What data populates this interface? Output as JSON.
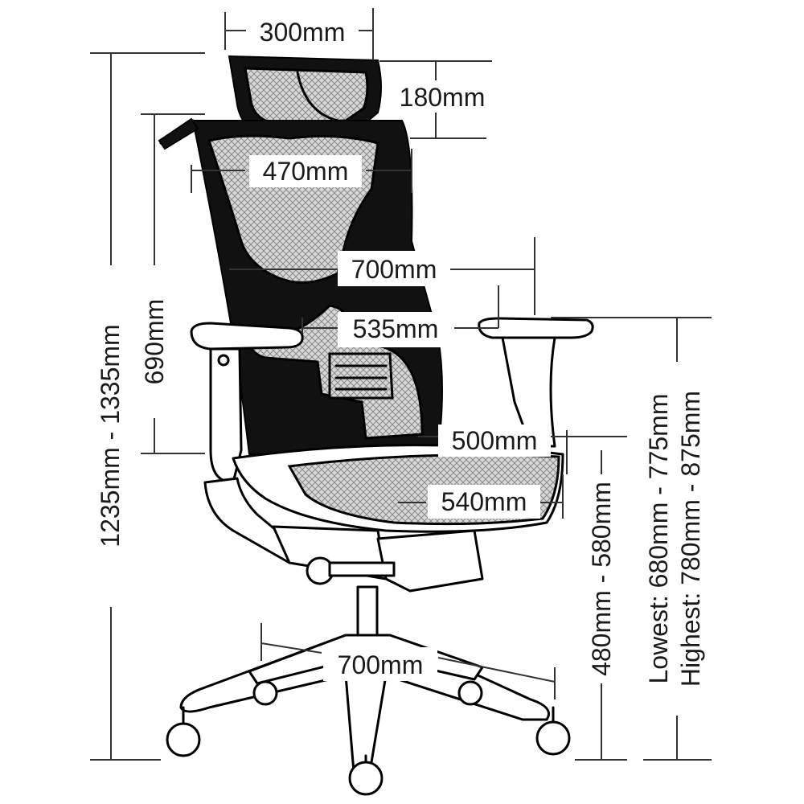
{
  "dimensions": {
    "headrest_width": "300mm",
    "headrest_height": "180mm",
    "back_width": "470mm",
    "arm_width_outer": "700mm",
    "arm_width_inner": "535mm",
    "seat_depth": "500mm",
    "seat_width": "540mm",
    "base_width": "700mm",
    "overall_height": "1235mm - 1335mm",
    "back_height": "690mm",
    "seat_height": "480mm - 580mm",
    "arm_height_lowest": "Lowest: 680mm - 775mm",
    "arm_height_highest": "Highest: 780mm - 875mm"
  },
  "colors": {
    "frame": "#111111",
    "mesh": "#bbbbbb",
    "outline": "#000000",
    "dimension": "#333333"
  }
}
